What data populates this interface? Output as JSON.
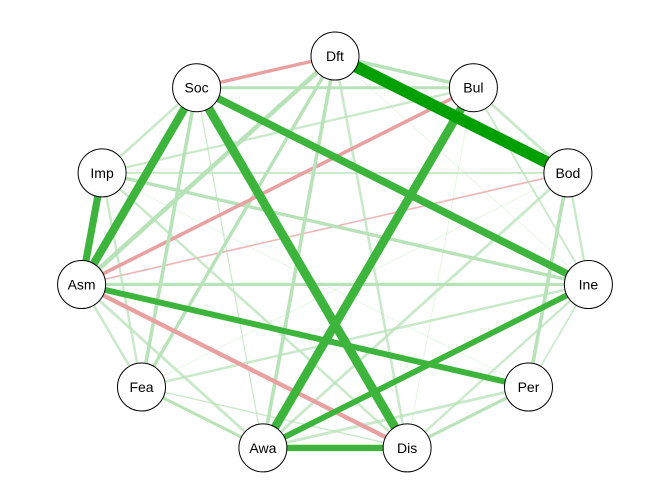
{
  "network": {
    "colors": {
      "positive_strong": "#00a000",
      "positive_medium": "#3db53d",
      "positive_light": "#b8e2b8",
      "negative": "#e8a0a0",
      "node_fill": "#ffffff",
      "node_stroke": "#000000"
    },
    "nodes": [
      {
        "id": "Dft",
        "label": "Dft"
      },
      {
        "id": "Bul",
        "label": "Bul"
      },
      {
        "id": "Bod",
        "label": "Bod"
      },
      {
        "id": "Ine",
        "label": "Ine"
      },
      {
        "id": "Per",
        "label": "Per"
      },
      {
        "id": "Dis",
        "label": "Dis"
      },
      {
        "id": "Awa",
        "label": "Awa"
      },
      {
        "id": "Fea",
        "label": "Fea"
      },
      {
        "id": "Asm",
        "label": "Asm"
      },
      {
        "id": "Imp",
        "label": "Imp"
      },
      {
        "id": "Soc",
        "label": "Soc"
      }
    ],
    "edges": [
      {
        "from": "Dft",
        "to": "Bod",
        "weight": 1.0,
        "sign": "positive"
      },
      {
        "from": "Soc",
        "to": "Dis",
        "weight": 0.75,
        "sign": "positive"
      },
      {
        "from": "Bul",
        "to": "Awa",
        "weight": 0.72,
        "sign": "positive"
      },
      {
        "from": "Soc",
        "to": "Asm",
        "weight": 0.68,
        "sign": "positive"
      },
      {
        "from": "Soc",
        "to": "Ine",
        "weight": 0.62,
        "sign": "positive"
      },
      {
        "from": "Imp",
        "to": "Asm",
        "weight": 0.6,
        "sign": "positive"
      },
      {
        "from": "Asm",
        "to": "Per",
        "weight": 0.5,
        "sign": "positive"
      },
      {
        "from": "Awa",
        "to": "Dis",
        "weight": 0.52,
        "sign": "positive"
      },
      {
        "from": "Ine",
        "to": "Awa",
        "weight": 0.48,
        "sign": "positive"
      },
      {
        "from": "Asm",
        "to": "Dft",
        "weight": 0.38,
        "sign": "positive"
      },
      {
        "from": "Asm",
        "to": "Dis",
        "weight": 0.36,
        "sign": "negative"
      },
      {
        "from": "Asm",
        "to": "Bul",
        "weight": 0.3,
        "sign": "negative"
      },
      {
        "from": "Soc",
        "to": "Dft",
        "weight": 0.28,
        "sign": "negative"
      },
      {
        "from": "Asm",
        "to": "Bod",
        "weight": 0.14,
        "sign": "negative"
      },
      {
        "from": "Dft",
        "to": "Bul",
        "weight": 0.3,
        "sign": "positive"
      },
      {
        "from": "Dft",
        "to": "Awa",
        "weight": 0.3,
        "sign": "positive"
      },
      {
        "from": "Dft",
        "to": "Fea",
        "weight": 0.28,
        "sign": "positive"
      },
      {
        "from": "Dft",
        "to": "Dis",
        "weight": 0.22,
        "sign": "positive"
      },
      {
        "from": "Soc",
        "to": "Bul",
        "weight": 0.25,
        "sign": "positive"
      },
      {
        "from": "Soc",
        "to": "Fea",
        "weight": 0.3,
        "sign": "positive"
      },
      {
        "from": "Soc",
        "to": "Imp",
        "weight": 0.22,
        "sign": "positive"
      },
      {
        "from": "Bul",
        "to": "Bod",
        "weight": 0.24,
        "sign": "positive"
      },
      {
        "from": "Bul",
        "to": "Imp",
        "weight": 0.2,
        "sign": "positive"
      },
      {
        "from": "Bod",
        "to": "Per",
        "weight": 0.3,
        "sign": "positive"
      },
      {
        "from": "Bod",
        "to": "Awa",
        "weight": 0.24,
        "sign": "positive"
      },
      {
        "from": "Bod",
        "to": "Ine",
        "weight": 0.2,
        "sign": "positive"
      },
      {
        "from": "Imp",
        "to": "Ine",
        "weight": 0.28,
        "sign": "positive"
      },
      {
        "from": "Imp",
        "to": "Dis",
        "weight": 0.22,
        "sign": "positive"
      },
      {
        "from": "Imp",
        "to": "Fea",
        "weight": 0.2,
        "sign": "positive"
      },
      {
        "from": "Imp",
        "to": "Bod",
        "weight": 0.16,
        "sign": "positive"
      },
      {
        "from": "Asm",
        "to": "Ine",
        "weight": 0.26,
        "sign": "positive"
      },
      {
        "from": "Asm",
        "to": "Fea",
        "weight": 0.22,
        "sign": "positive"
      },
      {
        "from": "Asm",
        "to": "Awa",
        "weight": 0.24,
        "sign": "positive"
      },
      {
        "from": "Fea",
        "to": "Awa",
        "weight": 0.26,
        "sign": "positive"
      },
      {
        "from": "Fea",
        "to": "Ine",
        "weight": 0.22,
        "sign": "positive"
      },
      {
        "from": "Fea",
        "to": "Dis",
        "weight": 0.12,
        "sign": "positive"
      },
      {
        "from": "Awa",
        "to": "Per",
        "weight": 0.24,
        "sign": "positive"
      },
      {
        "from": "Dis",
        "to": "Per",
        "weight": 0.26,
        "sign": "positive"
      },
      {
        "from": "Dis",
        "to": "Ine",
        "weight": 0.2,
        "sign": "positive"
      },
      {
        "from": "Ine",
        "to": "Per",
        "weight": 0.14,
        "sign": "positive"
      },
      {
        "from": "Bul",
        "to": "Ine",
        "weight": 0.16,
        "sign": "positive"
      },
      {
        "from": "Dft",
        "to": "Ine",
        "weight": 0.08,
        "sign": "positive"
      },
      {
        "from": "Soc",
        "to": "Awa",
        "weight": 0.1,
        "sign": "positive"
      },
      {
        "from": "Imp",
        "to": "Per",
        "weight": 0.08,
        "sign": "positive"
      },
      {
        "from": "Fea",
        "to": "Bod",
        "weight": 0.08,
        "sign": "positive"
      },
      {
        "from": "Bul",
        "to": "Dis",
        "weight": 0.08,
        "sign": "positive"
      },
      {
        "from": "Asm",
        "to": "Soc",
        "weight": 0.06,
        "sign": "positive"
      }
    ]
  }
}
